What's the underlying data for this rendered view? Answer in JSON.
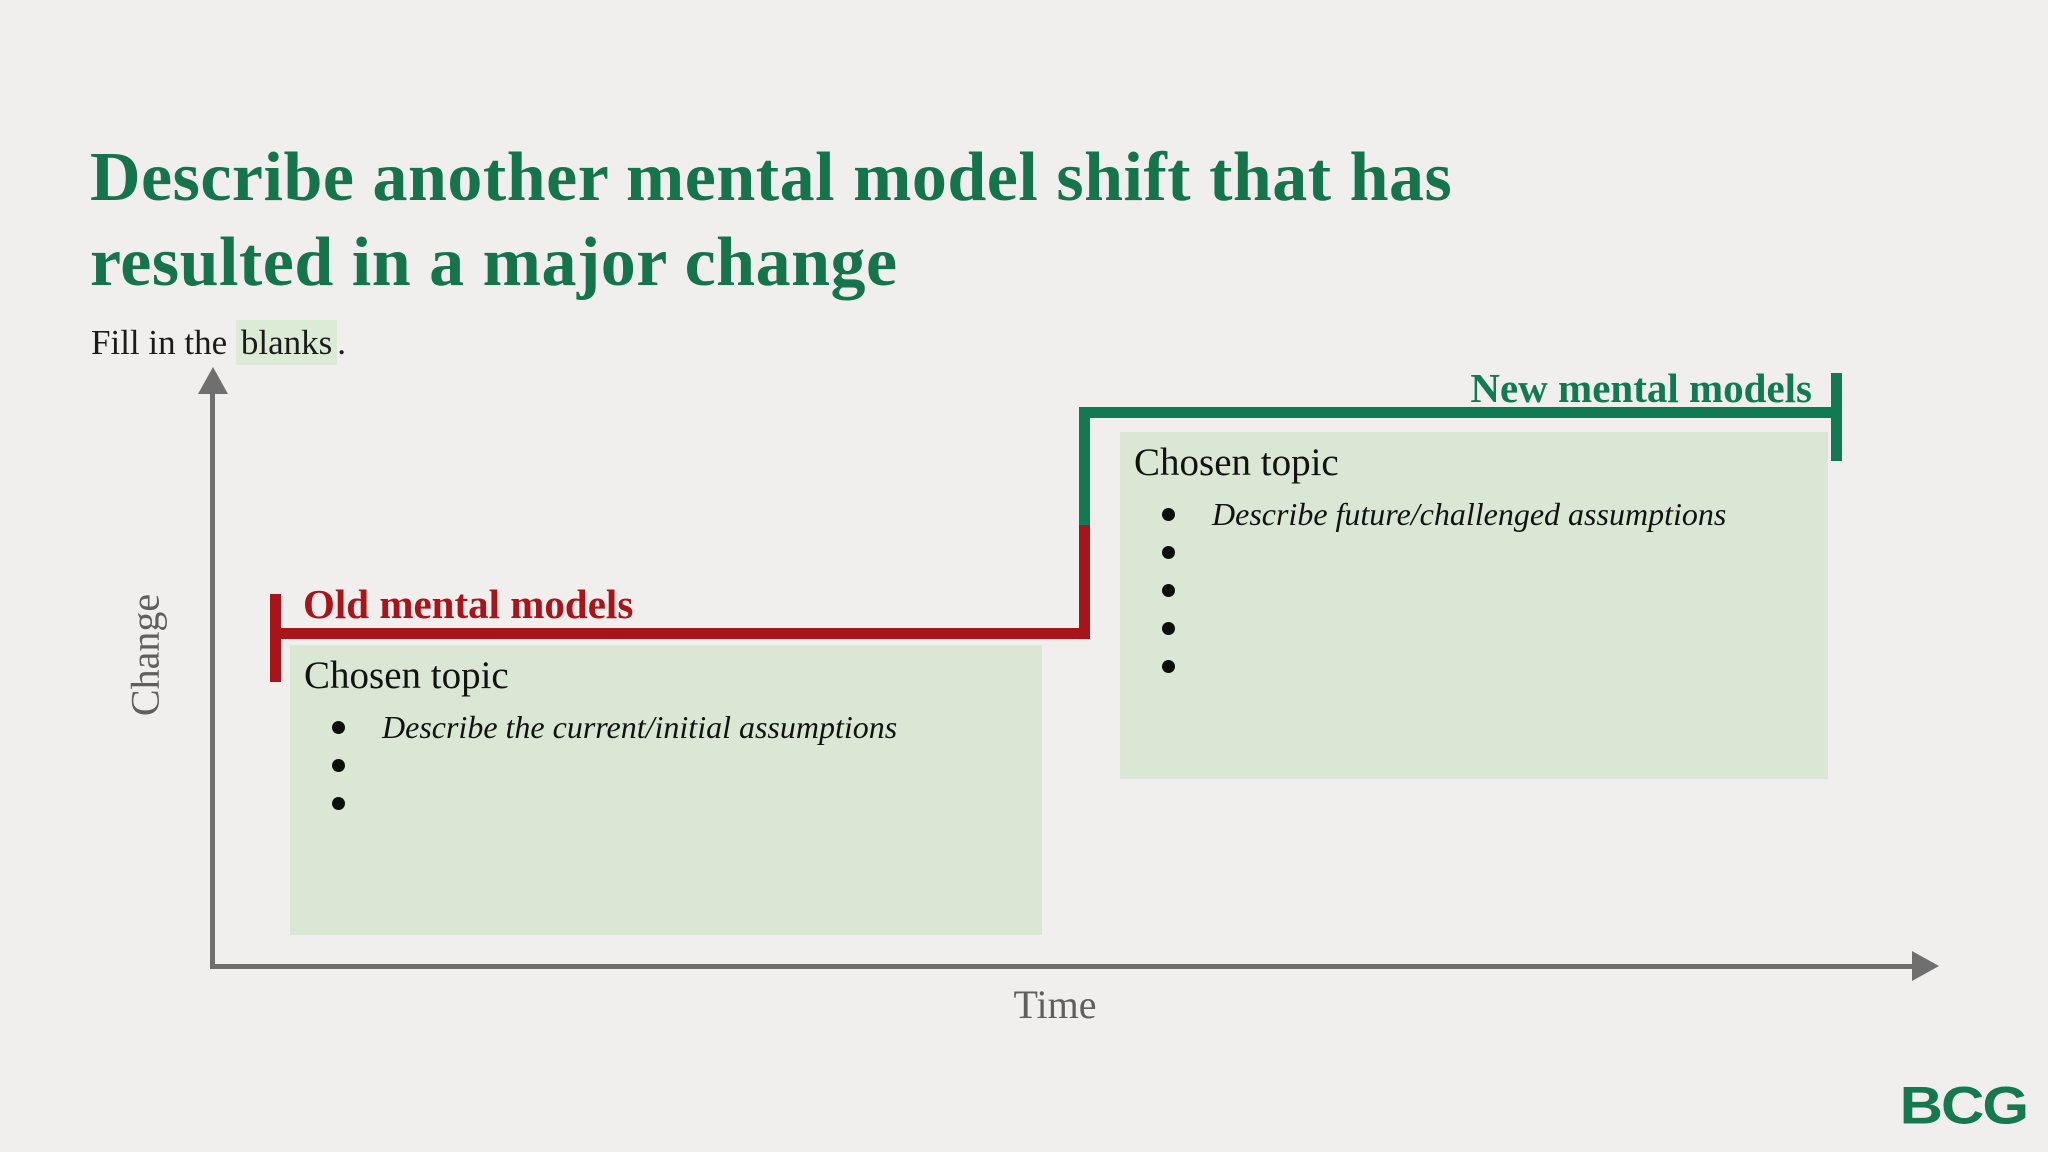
{
  "slide": {
    "title_line1": "Describe another mental model shift that has",
    "title_line2": "resulted in a major change",
    "subtitle_prefix": "Fill in the ",
    "subtitle_highlight": "blanks",
    "subtitle_suffix": "."
  },
  "chart": {
    "y_axis_label": "Change",
    "x_axis_label": "Time",
    "old": {
      "label": "Old mental models",
      "box_title": "Chosen topic",
      "bullets": [
        "Describe the current/initial assumptions",
        "",
        ""
      ]
    },
    "new": {
      "label": "New mental models",
      "box_title": "Chosen topic",
      "bullets": [
        "Describe future/challenged assumptions",
        "",
        "",
        "",
        ""
      ]
    }
  },
  "branding": {
    "logo_text": "BCG"
  },
  "colors": {
    "background": "#f0efed",
    "title_green": "#16744d",
    "line_green": "#117a53",
    "line_red": "#a8141a",
    "box_fill": "#d9e7d4",
    "highlight": "#dcebd6",
    "axis_gray": "#6f6f6f"
  }
}
